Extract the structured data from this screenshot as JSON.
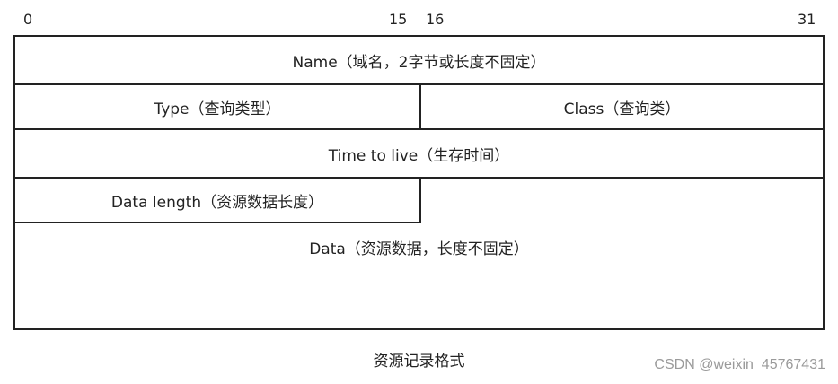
{
  "bit_labels": {
    "start": "0",
    "end_first_half": "15",
    "start_second_half": "16",
    "end": "31"
  },
  "fields": {
    "name": "Name（域名，2字节或长度不固定）",
    "type": "Type（查询类型）",
    "class": "Class（查询类）",
    "ttl": "Time to live（生存时间）",
    "data_length": "Data length（资源数据长度）",
    "data": "Data（资源数据，长度不固定）"
  },
  "caption": "资源记录格式",
  "watermark": "CSDN @weixin_45767431"
}
